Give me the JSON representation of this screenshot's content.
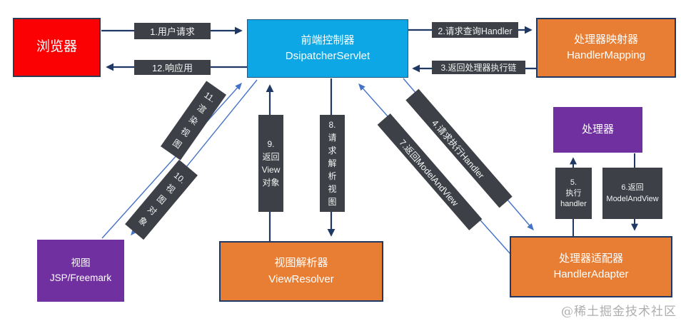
{
  "nodes": {
    "browser": {
      "title": "浏览器"
    },
    "dispatcher": {
      "title": "前端控制器",
      "subtitle": "DsipatcherServlet"
    },
    "handler_mapping": {
      "title": "处理器映射器",
      "subtitle": "HandlerMapping"
    },
    "handler": {
      "title": "处理器"
    },
    "handler_adapter": {
      "title": "处理器适配器",
      "subtitle": "HandlerAdapter"
    },
    "view_resolver": {
      "title": "视图解析器",
      "subtitle": "ViewResolver"
    },
    "view": {
      "title": "视图",
      "subtitle": "JSP/Freemark"
    }
  },
  "labels": {
    "step1": "1.用户请求",
    "step2": "2.请求查询Handler",
    "step3": "3.返回处理器执行链",
    "step4": "4.请求执行Handler",
    "step5": "5.\n执行\nhandler",
    "step6": "6.返回\nModelAndView",
    "step7": "7.返回ModelAndView",
    "step8": "8.\n请\n求\n解\n析\n视\n图",
    "step9": "9.\n返回\nView\n对象",
    "step10": "10.\n视\n图\n对\n象",
    "step11": "11.\n渲\n染\n视\n图",
    "step12": "12.响应用"
  },
  "watermark": "@稀土掘金技术社区",
  "colors": {
    "browser_red": "#fb0103",
    "dispatcher_blue": "#0ea7e5",
    "component_orange": "#e87e33",
    "component_purple": "#7030a0",
    "label_dark": "#3d4147",
    "arrow_navy": "#1f3864",
    "arrow_light_blue": "#4472c4"
  }
}
